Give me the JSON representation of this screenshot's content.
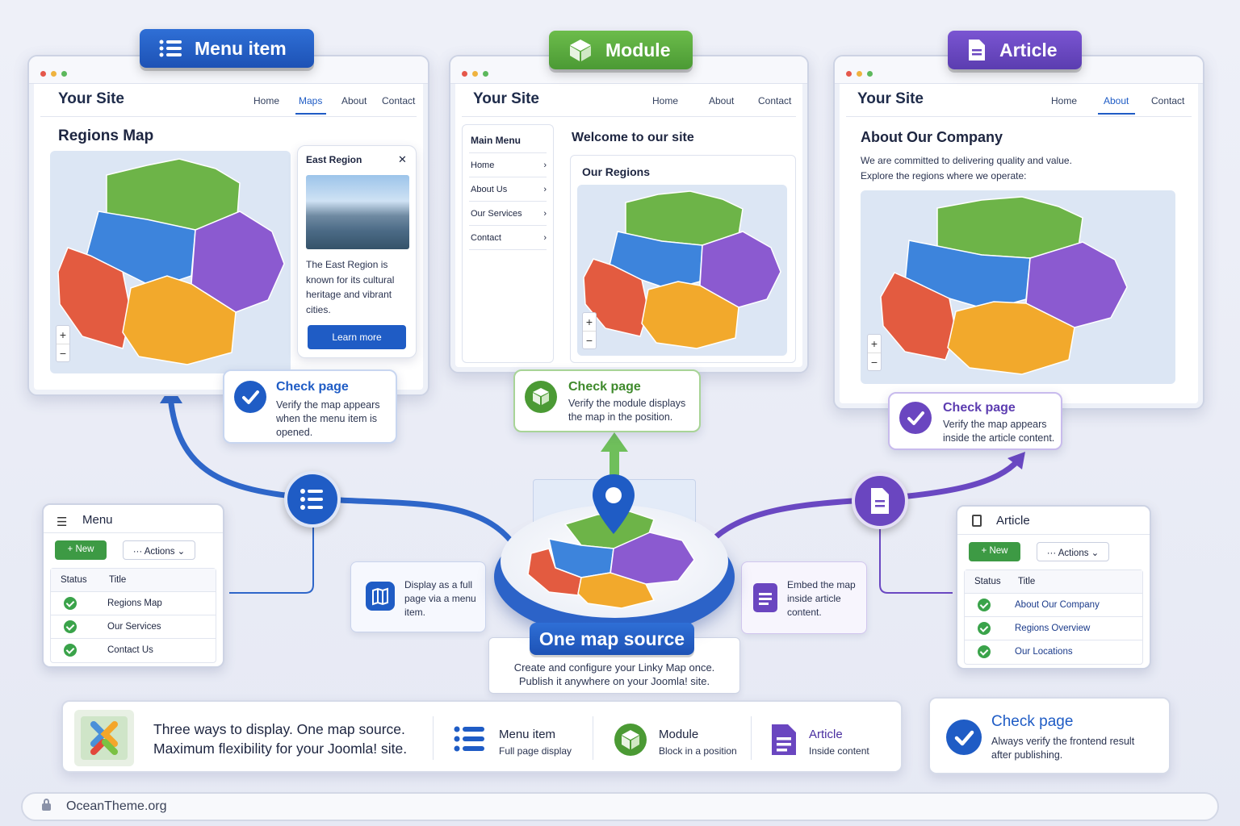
{
  "labels": {
    "menu_item": "Menu item",
    "module": "Module",
    "article": "Article"
  },
  "site_title": "Your Site",
  "w1": {
    "nav": [
      "Home",
      "Maps",
      "About",
      "Contact"
    ],
    "heading": "Regions Map",
    "popup": {
      "title": "East Region",
      "close": "✕",
      "text": "The East Region is known for its cultural heritage and vibrant cities.",
      "button": "Learn more"
    },
    "zoom_in": "+",
    "zoom_out": "−"
  },
  "w2": {
    "nav": [
      "Home",
      "About",
      "Contact"
    ],
    "menu_title": "Main Menu",
    "menu_items": [
      "Home",
      "About Us",
      "Our Services",
      "Contact"
    ],
    "welcome": "Welcome to our site",
    "module_title": "Our Regions",
    "zoom_in": "+",
    "zoom_out": "−"
  },
  "w3": {
    "nav": [
      "Home",
      "About",
      "Contact"
    ],
    "heading": "About Our Company",
    "p1": "We are committed to delivering quality and value.",
    "p2": "Explore the regions where we operate:",
    "zoom_in": "+",
    "zoom_out": "−"
  },
  "checks": {
    "c1": {
      "title": "Check page",
      "text": "Verify the map appears when the menu item is opened."
    },
    "c2": {
      "title": "Check page",
      "text": "Verify the module displays the map in the position."
    },
    "c3": {
      "title": "Check page",
      "text": "Verify the map appears inside the article content."
    }
  },
  "menu_panel": {
    "title": "Menu",
    "new": "New",
    "actions": "Actions",
    "col_status": "Status",
    "col_title": "Title",
    "rows": [
      "Regions Map",
      "Our Services",
      "Contact Us"
    ]
  },
  "article_panel": {
    "title": "Article",
    "new": "New",
    "actions": "Actions",
    "col_status": "Status",
    "col_title": "Title",
    "rows": [
      "About Our Company",
      "Regions Overview",
      "Our Locations"
    ]
  },
  "display_menu": "Display as a full page via a menu item.",
  "embed_article": "Embed the map inside article content.",
  "source": {
    "title": "One map source",
    "line1": "Create and configure your Linky Map once.",
    "line2": "Publish it anywhere on your Joomla! site."
  },
  "footer": {
    "line1": "Three ways to display. One map source.",
    "line2": "Maximum flexibility for your Joomla! site.",
    "items": [
      {
        "title": "Menu item",
        "sub": "Full page display"
      },
      {
        "title": "Module",
        "sub": "Block in a position"
      },
      {
        "title": "Article",
        "sub": "Inside content"
      }
    ],
    "check_title": "Check page",
    "check_text1": "Always verify the frontend result",
    "check_text2": "after publishing."
  },
  "url": "OceanTheme.org",
  "colors": {
    "blue": "#1f5cc5",
    "green": "#4f9f3d",
    "purple": "#6a46c0",
    "orange": "#f0a52a",
    "red": "#e25a3a"
  }
}
